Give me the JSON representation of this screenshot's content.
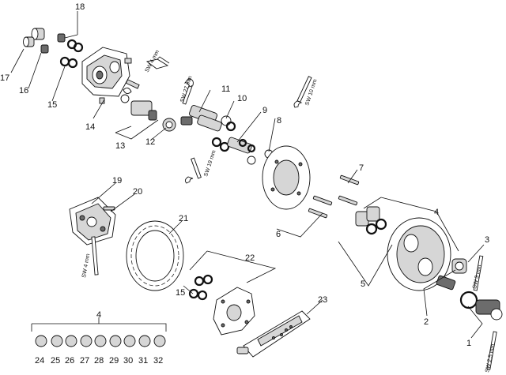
{
  "diagram": {
    "labels": {
      "l1": "1",
      "l2": "2",
      "l3": "3",
      "l4a": "4",
      "l4b": "4",
      "l5": "5",
      "l6": "6",
      "l7": "7",
      "l8": "8",
      "l9": "9",
      "l10": "10",
      "l11": "11",
      "l12": "12",
      "l13": "13",
      "l14": "14",
      "l15a": "15",
      "l15b": "15",
      "l16": "16",
      "l17": "17",
      "l18": "18",
      "l19": "19",
      "l20": "20",
      "l21": "21",
      "l22": "22",
      "l23": "23",
      "l24": "24",
      "l25": "25",
      "l26": "26",
      "l27": "27",
      "l28": "28",
      "l29": "29",
      "l30": "30",
      "l31": "31",
      "l32": "32"
    },
    "tools": {
      "sw4_top": "SW 4 mm",
      "sw27": "SW 27 mm",
      "sw19": "SW 19 mm",
      "sw10": "SW 10 mm",
      "sw4_left": "SW 4 mm",
      "sw3": "SW 3 mm",
      "sw25": "SW 2,5 mm"
    }
  }
}
